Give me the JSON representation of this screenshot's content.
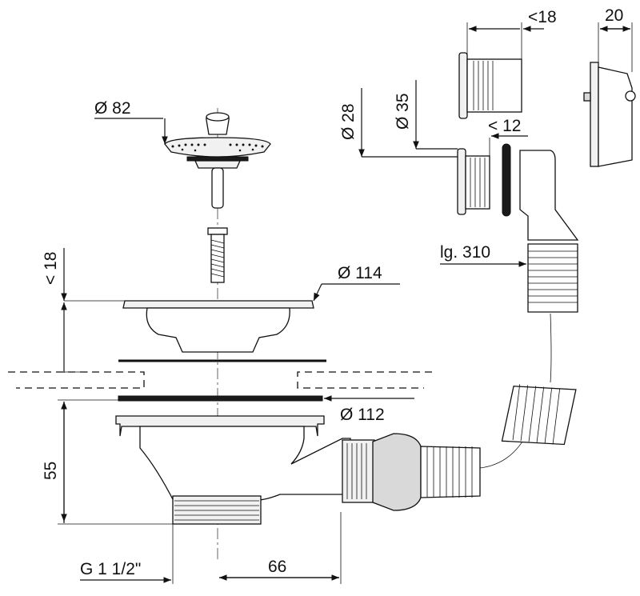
{
  "dimensions": {
    "d82": "Ø 82",
    "d114": "Ø 114",
    "d112": "Ø 112",
    "d28": "Ø 28",
    "d35": "Ø 35",
    "lt18_top": "<18",
    "w20": "20",
    "lt12": "< 12",
    "lg310": "lg. 310",
    "lt18_side": "< 18",
    "h55": "55",
    "thread": "G 1 1/2\"",
    "w66": "66"
  }
}
